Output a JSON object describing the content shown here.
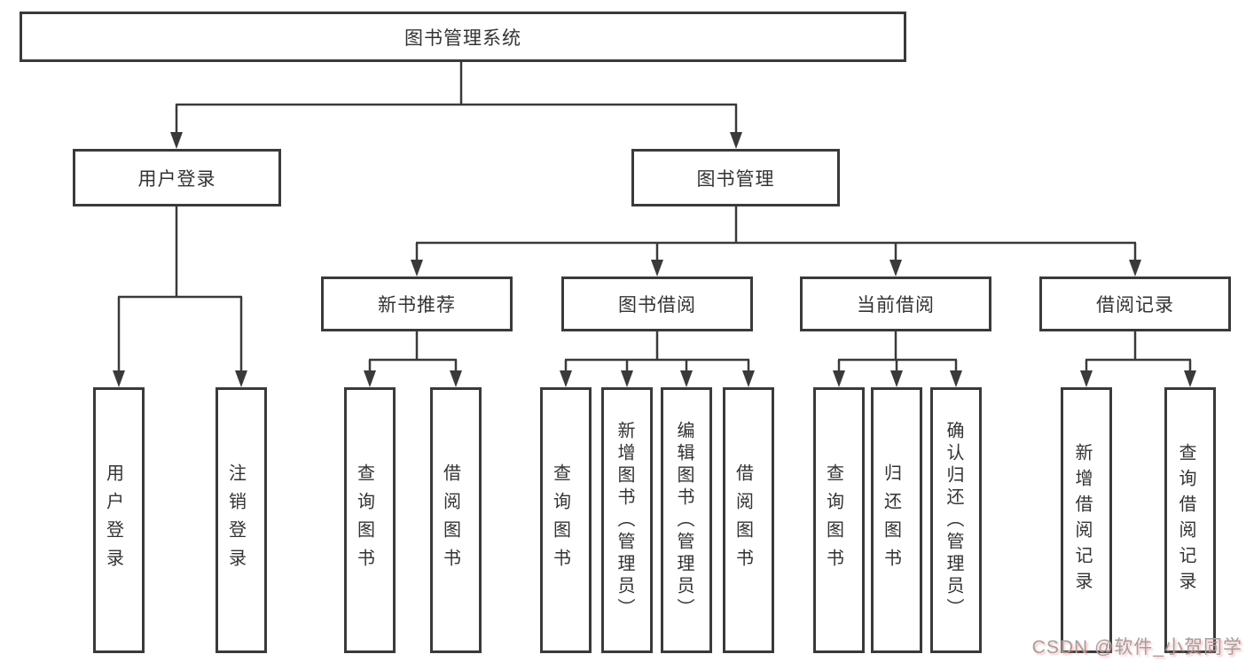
{
  "diagram": {
    "root": {
      "label": "图书管理系统"
    },
    "branches": [
      {
        "label": "用户登录",
        "children": [
          {
            "label": "用户登录"
          },
          {
            "label": "注销登录"
          }
        ]
      },
      {
        "label": "图书管理",
        "children": [
          {
            "label": "新书推荐",
            "children": [
              {
                "label": "查询图书"
              },
              {
                "label": "借阅图书"
              }
            ]
          },
          {
            "label": "图书借阅",
            "children": [
              {
                "label": "查询图书"
              },
              {
                "label": "新增图书（管理员）"
              },
              {
                "label": "编辑图书（管理员）"
              },
              {
                "label": "借阅图书"
              }
            ]
          },
          {
            "label": "当前借阅",
            "children": [
              {
                "label": "查询图书"
              },
              {
                "label": "归还图书"
              },
              {
                "label": "确认归还（管理员）"
              }
            ]
          },
          {
            "label": "借阅记录",
            "children": [
              {
                "label": "新增借阅记录"
              },
              {
                "label": "查询借阅记录"
              }
            ]
          }
        ]
      }
    ]
  },
  "watermark": {
    "text": "CSDN @软件_小贺同学"
  },
  "colors": {
    "line": "#3a3a3a",
    "text": "#333333",
    "background": "#ffffff",
    "watermark": "#a0a0a0",
    "watermark_shadow": "#ffb3b3"
  }
}
